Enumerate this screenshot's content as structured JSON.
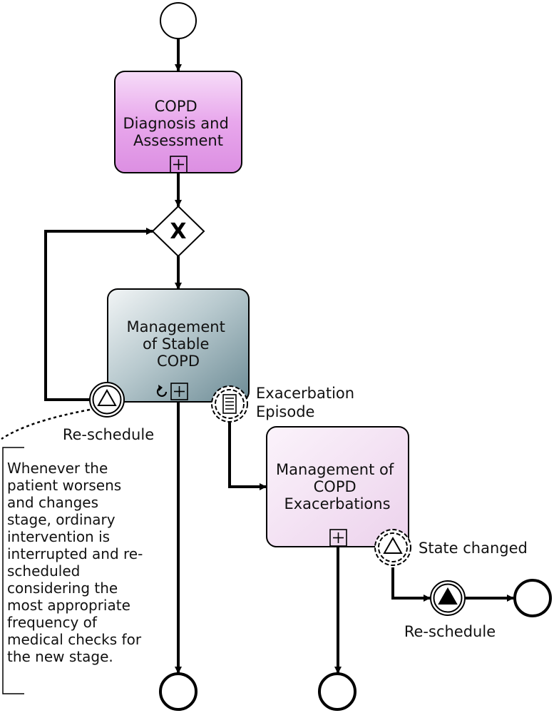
{
  "tasks": {
    "diagnosis": {
      "label_lines": [
        "COPD",
        "Diagnosis and",
        "Assessment"
      ],
      "fill": "#e39be8"
    },
    "stable": {
      "label_lines": [
        "Management",
        "of Stable",
        "COPD"
      ],
      "fill": "#8fa8b0"
    },
    "exacerbations": {
      "label_lines": [
        "Management of",
        "COPD",
        "Exacerbations"
      ],
      "fill": "#f3dff3"
    }
  },
  "events": {
    "reschedule_boundary": {
      "label": "Re-schedule"
    },
    "exacerbation_boundary": {
      "label_lines": [
        "Exacerbation",
        "Episode"
      ]
    },
    "state_changed_boundary": {
      "label": "State changed"
    },
    "reschedule_throw": {
      "label": "Re-schedule"
    }
  },
  "gateway": {
    "marker": "X"
  },
  "annotation": {
    "lines": [
      "Whenever the",
      "patient worsens",
      "and changes",
      "stage, ordinary",
      "intervention is",
      "interrupted and re-",
      "scheduled",
      "considering the",
      "most appropriate",
      "frequency of",
      "medical checks for",
      "the new stage."
    ]
  }
}
